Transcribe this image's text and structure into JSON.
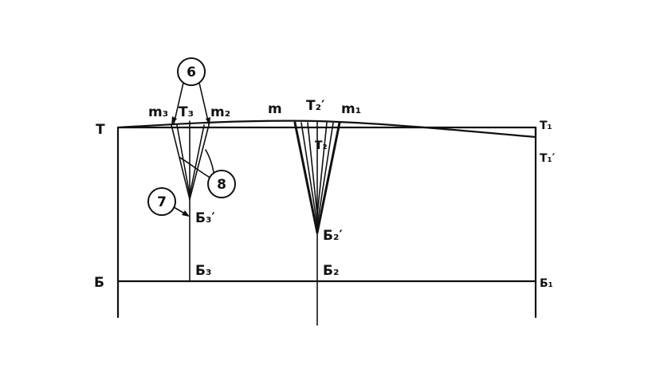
{
  "labels": {
    "T": "T",
    "m3": "m₃",
    "T3": "T₃",
    "m2": "m₂",
    "m": "m",
    "T2prime": "T₂′",
    "m1": "m₁",
    "T1": "T₁",
    "T1prime": "T₁′",
    "T2": "T₂",
    "B3prime": "Б₃′",
    "B2prime": "Б₂′",
    "B3": "Б₃",
    "B2": "Б₂",
    "B": "Б",
    "B1": "Б₁"
  },
  "callouts": {
    "six": "6",
    "seven": "7",
    "eight": "8"
  }
}
